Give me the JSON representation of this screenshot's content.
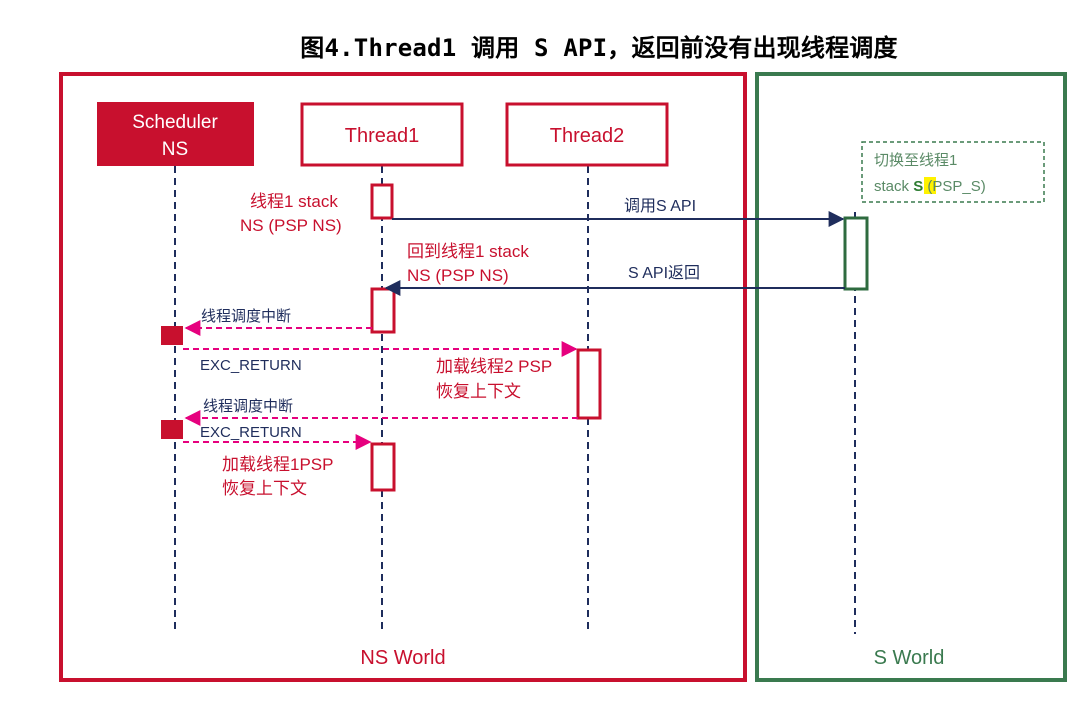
{
  "title": "图4.Thread1 调用 S API，返回前没有出现线程调度",
  "colors": {
    "red": "#c8102e",
    "green": "#3a7a4f",
    "navy": "#1f2d5c",
    "pink": "#e6007e",
    "highlight": "#fff200",
    "grey_text": "#555555"
  },
  "worlds": {
    "ns": "NS World",
    "s": "S World"
  },
  "participants": {
    "scheduler": "Scheduler\nNS",
    "thread1": "Thread1",
    "thread2": "Thread2"
  },
  "notes": {
    "s_box_line1": "切换至线程1",
    "s_box_stack": "stack ",
    "s_box_s": "S",
    "s_box_psp": " (PSP_S)"
  },
  "labels": {
    "t1_stack_line1": "线程1 stack",
    "t1_stack_line2": "NS  (PSP NS)",
    "call_s_api": "调用S API",
    "back_t1_line1": "回到线程1 stack",
    "back_t1_line2": "NS  (PSP NS)",
    "s_api_return": "S API返回",
    "sched_irq_1": "线程调度中断",
    "exc_return_1": "EXC_RETURN",
    "load_t2_line1": "加载线程2 PSP",
    "load_t2_line2": "恢复上下文",
    "sched_irq_2": "线程调度中断",
    "exc_return_2": "EXC_RETURN",
    "load_t1_line1": "加载线程1PSP",
    "load_t1_line2": "恢复上下文"
  }
}
